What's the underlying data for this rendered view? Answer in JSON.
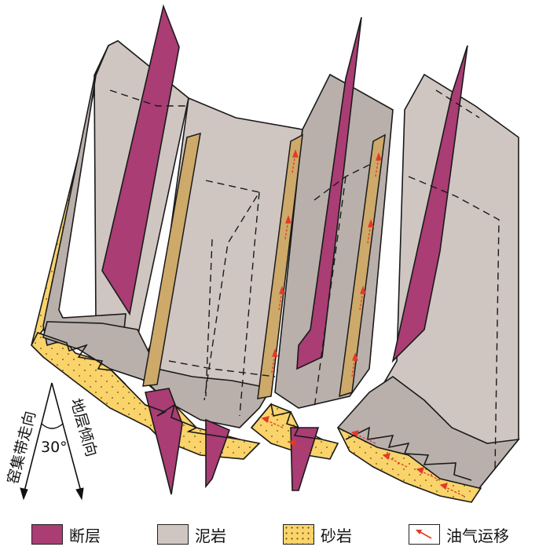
{
  "colors": {
    "fault": "#a93d74",
    "mudstone": "#cfc6c2",
    "mudstone_dark": "#b9b0ac",
    "sandstone": "#fad36a",
    "migration_arrow": "#e23a2a",
    "outline": "#1a1a1a"
  },
  "rose": {
    "strike_label": "窑集带走向",
    "dip_label": "地层倾向",
    "angle_label": "30°"
  },
  "legend": {
    "items": [
      {
        "key": "fault",
        "label": "断层"
      },
      {
        "key": "mudstone",
        "label": "泥岩"
      },
      {
        "key": "sandstone",
        "label": "砂岩"
      },
      {
        "key": "migration",
        "label": "油气运移",
        "icon": "red-arrow-icon"
      }
    ]
  }
}
